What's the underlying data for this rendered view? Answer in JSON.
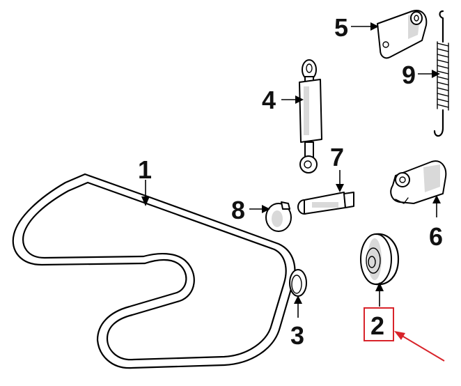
{
  "callouts": {
    "c1": "1",
    "c2": "2",
    "c3": "3",
    "c4": "4",
    "c5": "5",
    "c6": "6",
    "c7": "7",
    "c8": "8",
    "c9": "9"
  },
  "colors": {
    "highlight": "#d8232a",
    "line": "#000000",
    "shading": "#d9d9d9"
  },
  "highlighted_callout": "2"
}
